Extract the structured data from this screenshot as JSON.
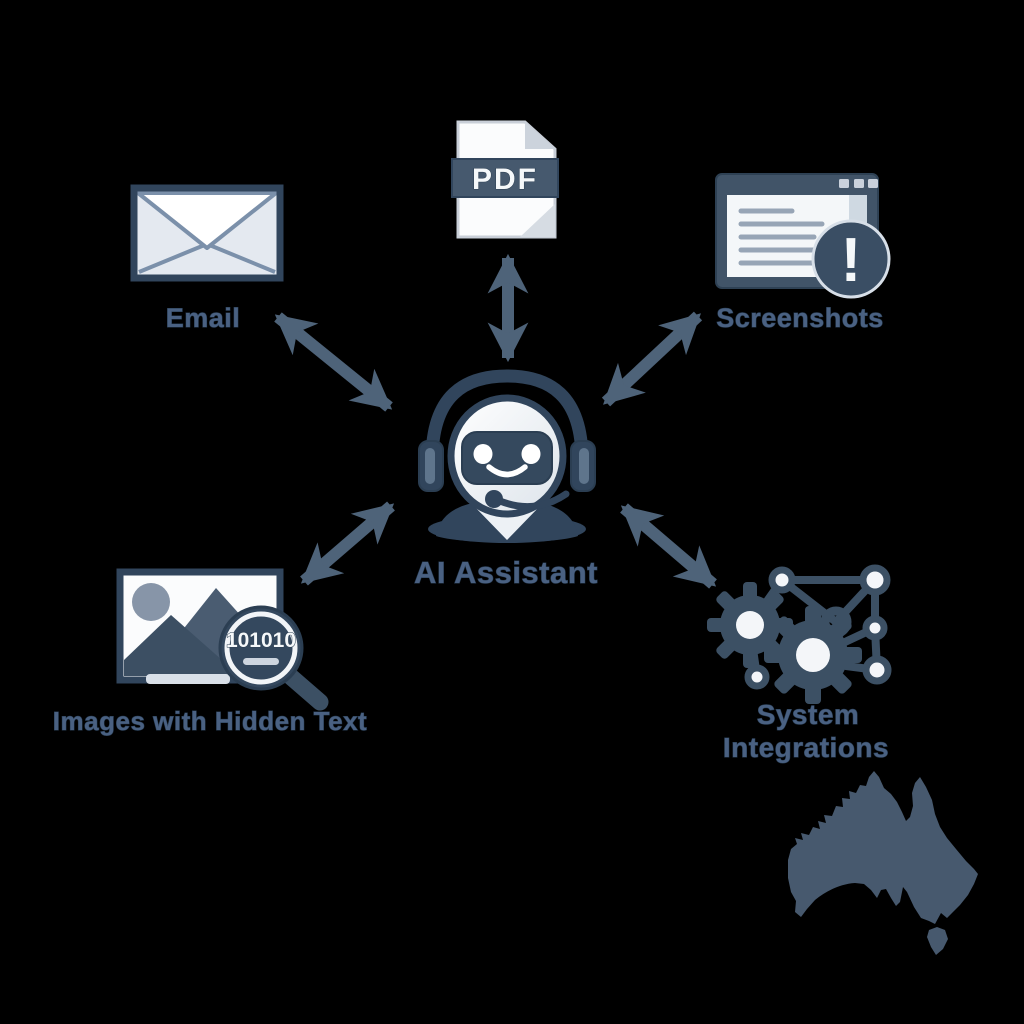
{
  "diagram": {
    "center": {
      "label": "AI Assistant"
    },
    "nodes": {
      "email": {
        "label": "Email"
      },
      "pdf": {
        "badge": "PDF"
      },
      "screenshots": {
        "label": "Screenshots",
        "alert_glyph": "!"
      },
      "images_hidden_text": {
        "label": "Images with Hidden Text",
        "binary": "101010"
      },
      "system_integrations": {
        "label_line1": "System",
        "label_line2": "Integrations"
      }
    },
    "icons": {
      "email": "envelope-icon",
      "pdf": "pdf-document-icon",
      "screenshots": "browser-window-alert-icon",
      "images_hidden_text": "image-magnifier-binary-icon",
      "system_integrations": "gears-network-icon",
      "center": "robot-headset-icon",
      "map": "australia-map-silhouette"
    },
    "colors": {
      "background": "#000000",
      "navy": "#31455c",
      "panel_navy": "#415468",
      "arrow": "#4e6379",
      "label_text": "#4a6182",
      "australia": "#47596e",
      "icon_paper": "#fbfcfd",
      "muted_line": "#97a5b6"
    }
  }
}
